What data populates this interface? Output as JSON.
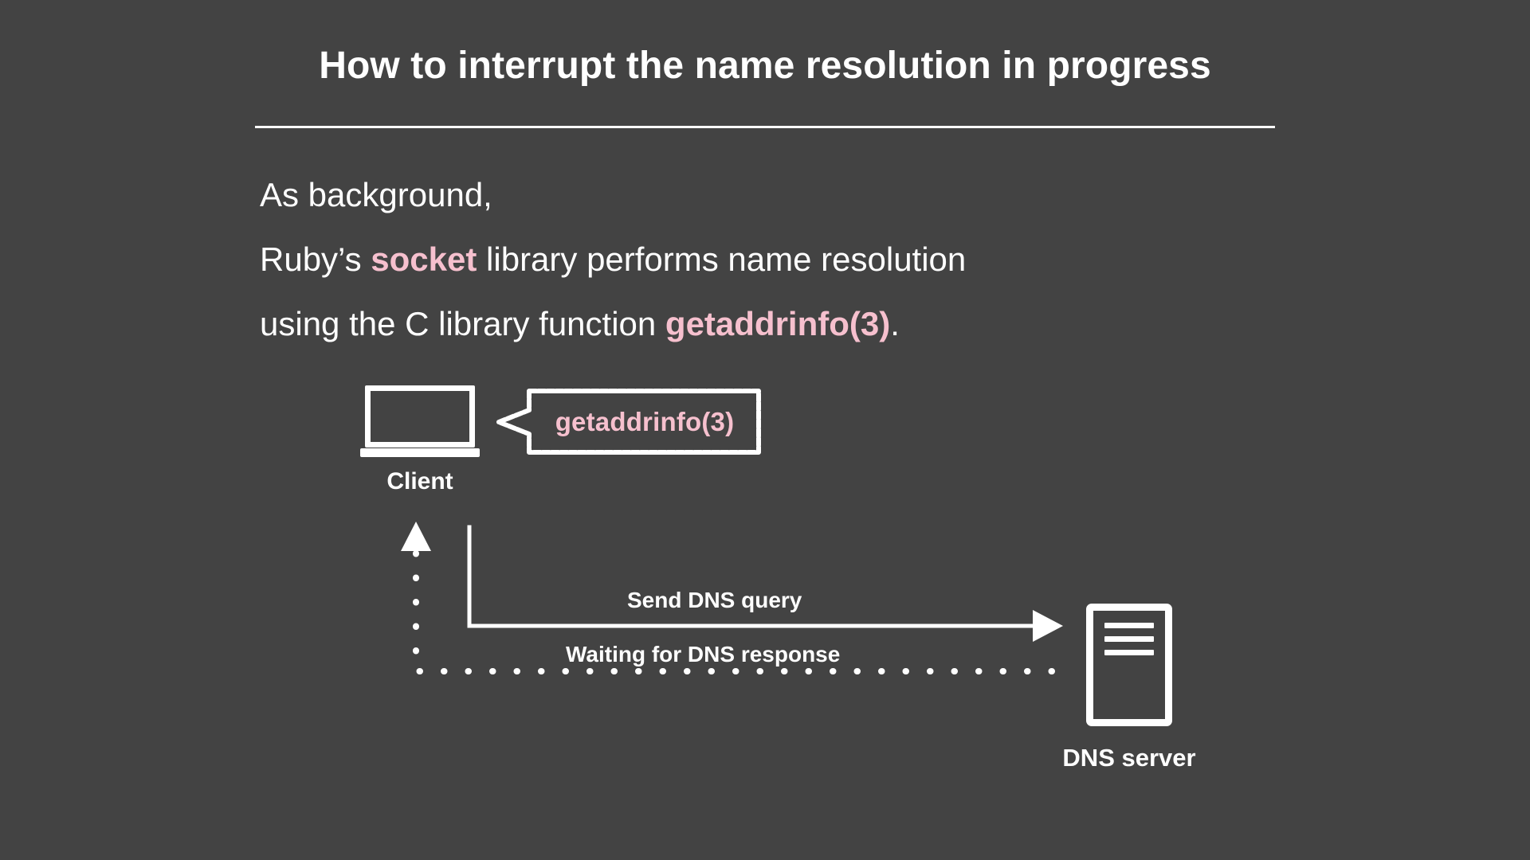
{
  "theme": {
    "background": "#434343",
    "foreground": "#ffffff",
    "accent_pink": "#f6c0ce"
  },
  "header": {
    "title": "How to interrupt the name resolution in progress"
  },
  "body": {
    "line1": "As background,",
    "line2_prefix": "Ruby’s ",
    "line2_keyword": "socket",
    "line2_suffix": " library performs name resolution",
    "line3_prefix": "using the C library function ",
    "line3_keyword": "getaddrinfo(3)",
    "line3_suffix": "."
  },
  "diagram": {
    "client": {
      "icon": "laptop-icon",
      "label": "Client"
    },
    "callout": {
      "text": "getaddrinfo(3)",
      "tail_direction": "left"
    },
    "server": {
      "icon": "server-rack-icon",
      "label": "DNS server"
    },
    "flows": [
      {
        "label": "Send DNS query",
        "style": "solid",
        "direction": "client-to-server",
        "arrowhead": "right-triangle"
      },
      {
        "label": "Waiting for DNS response",
        "style": "dotted",
        "direction": "server-to-client",
        "arrowhead": "up-triangle"
      }
    ]
  }
}
